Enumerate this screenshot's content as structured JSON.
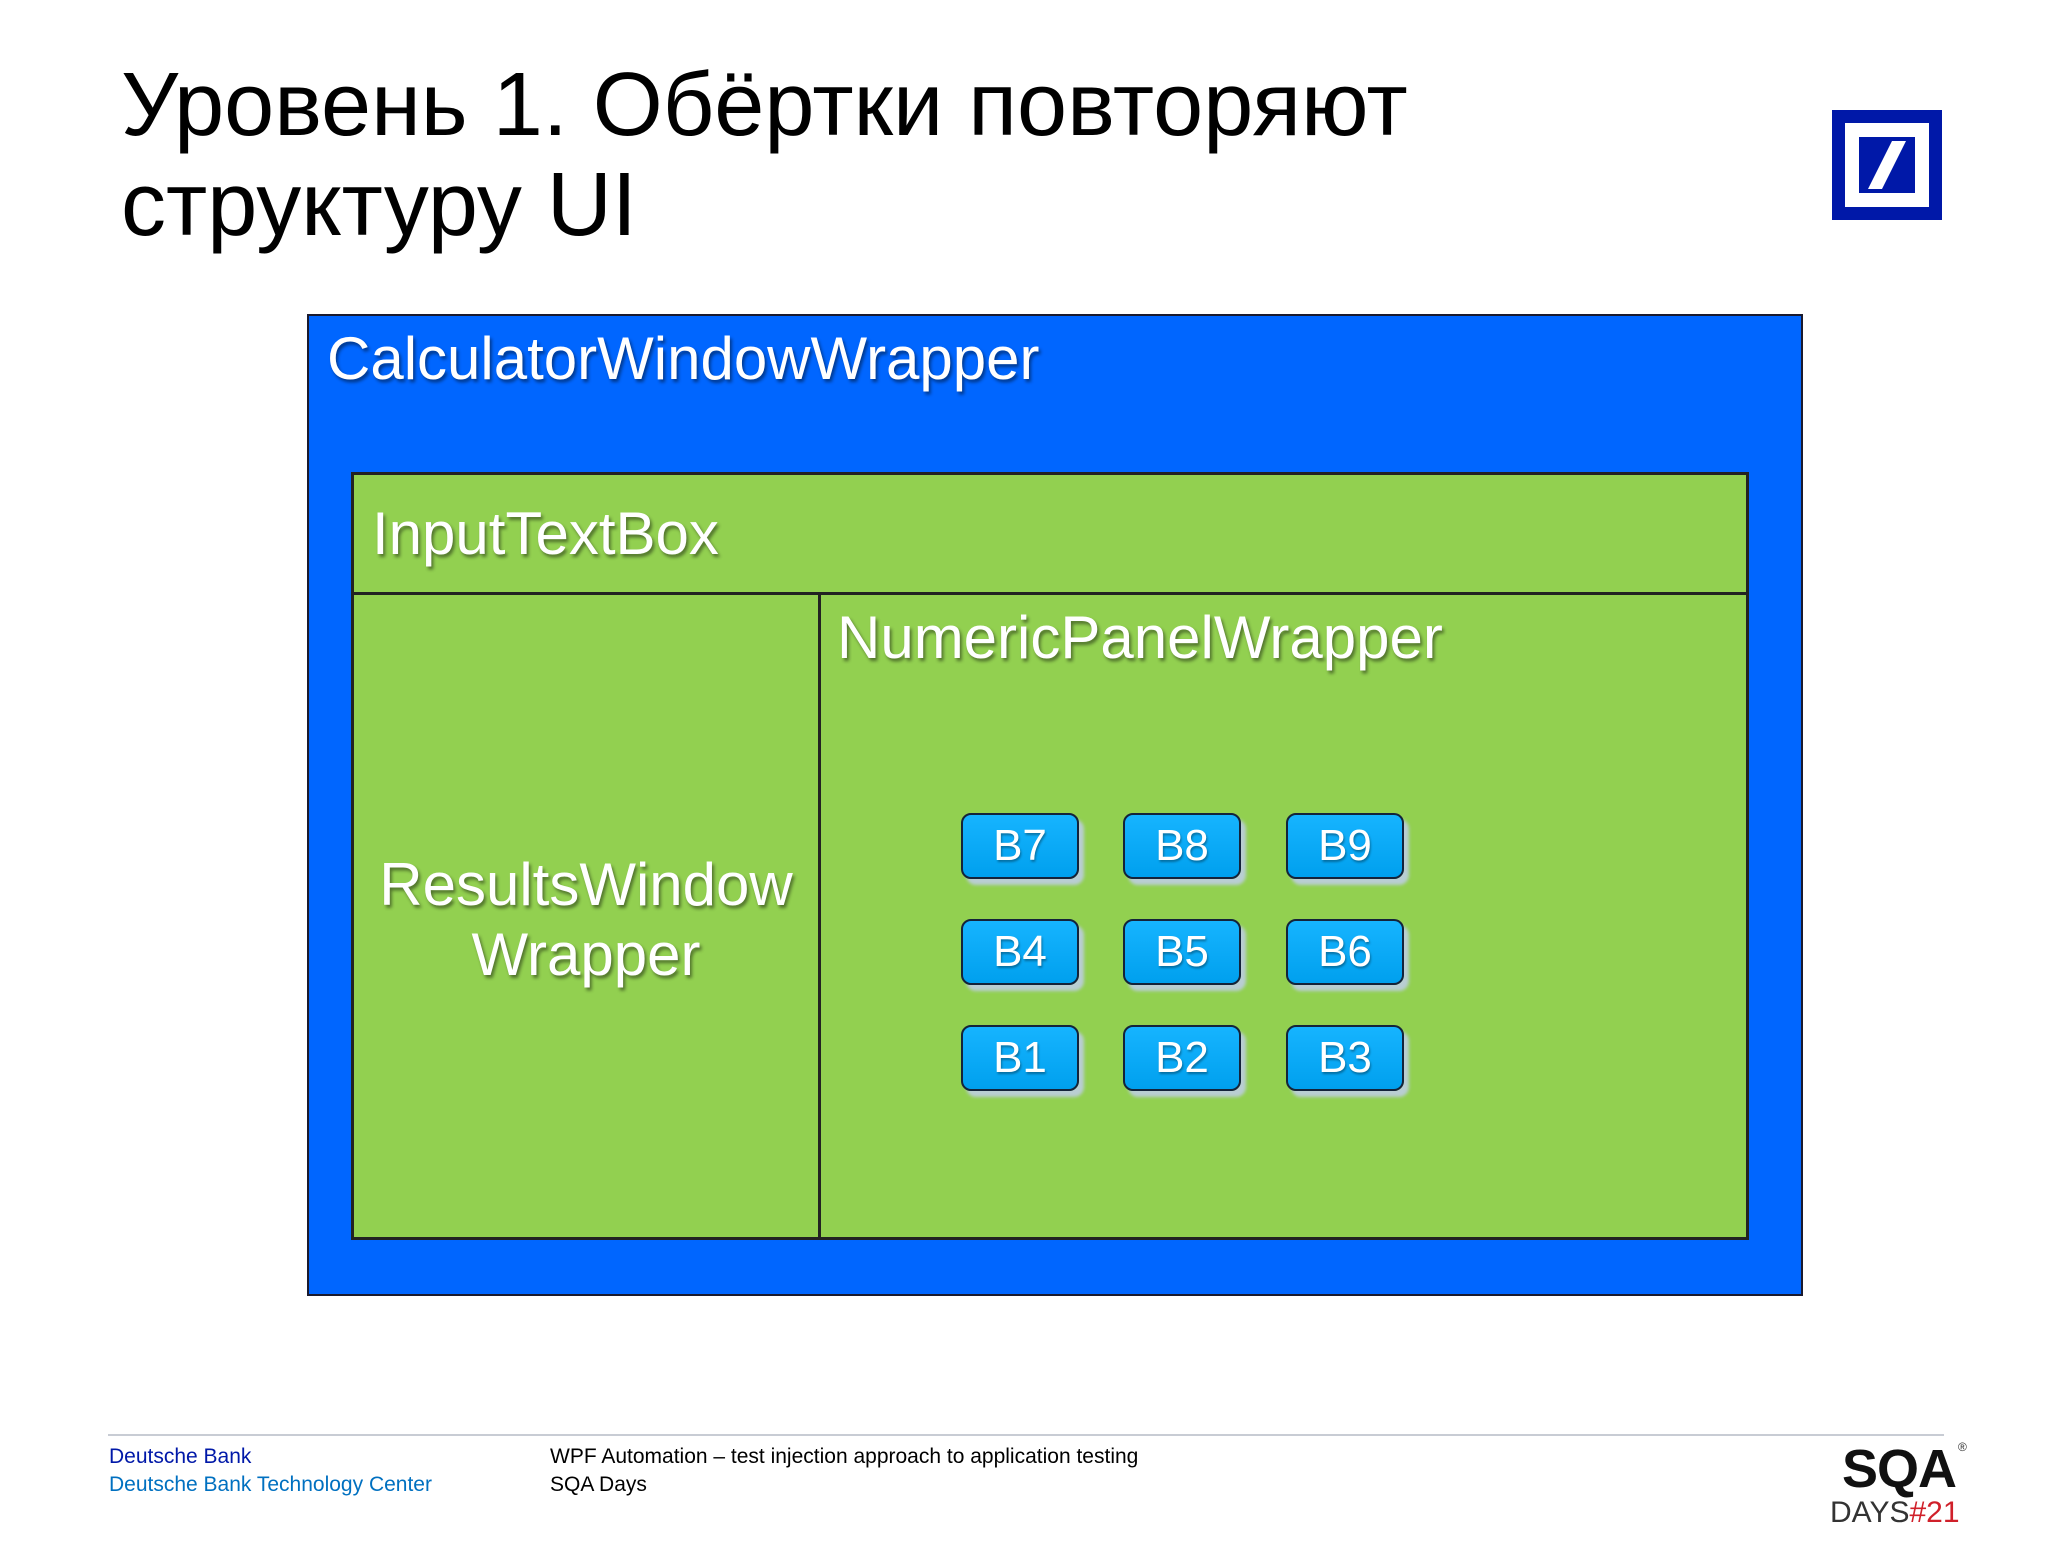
{
  "slide": {
    "title_line1": "Уровень 1. Обёртки повторяют",
    "title_line2": "структуру UI"
  },
  "logo": {
    "name": "deutsche-bank-logo",
    "color": "#0018a8"
  },
  "diagram": {
    "calculator_window": {
      "label": "CalculatorWindowWrapper",
      "color": "#0066ff"
    },
    "input_text_box": {
      "label": "InputTextBox",
      "color": "#92d050"
    },
    "results_window": {
      "label_line1": "ResultsWindow",
      "label_line2": "Wrapper",
      "color": "#92d050"
    },
    "numeric_panel": {
      "label": "NumericPanelWrapper",
      "color": "#92d050",
      "buttons": [
        "B7",
        "B8",
        "B9",
        "B4",
        "B5",
        "B6",
        "B1",
        "B2",
        "B3"
      ],
      "button_color": "#00a8f5"
    }
  },
  "footer": {
    "bank": "Deutsche Bank",
    "center": "Deutsche Bank Technology Center",
    "talk_title": "WPF Automation – test injection approach to application testing",
    "event": "SQA Days",
    "bank_color": "#0018a8",
    "center_color": "#0070c0"
  },
  "sqa_logo": {
    "main": "SQA",
    "reg": "®",
    "days": "DAYS",
    "number": "#21"
  }
}
